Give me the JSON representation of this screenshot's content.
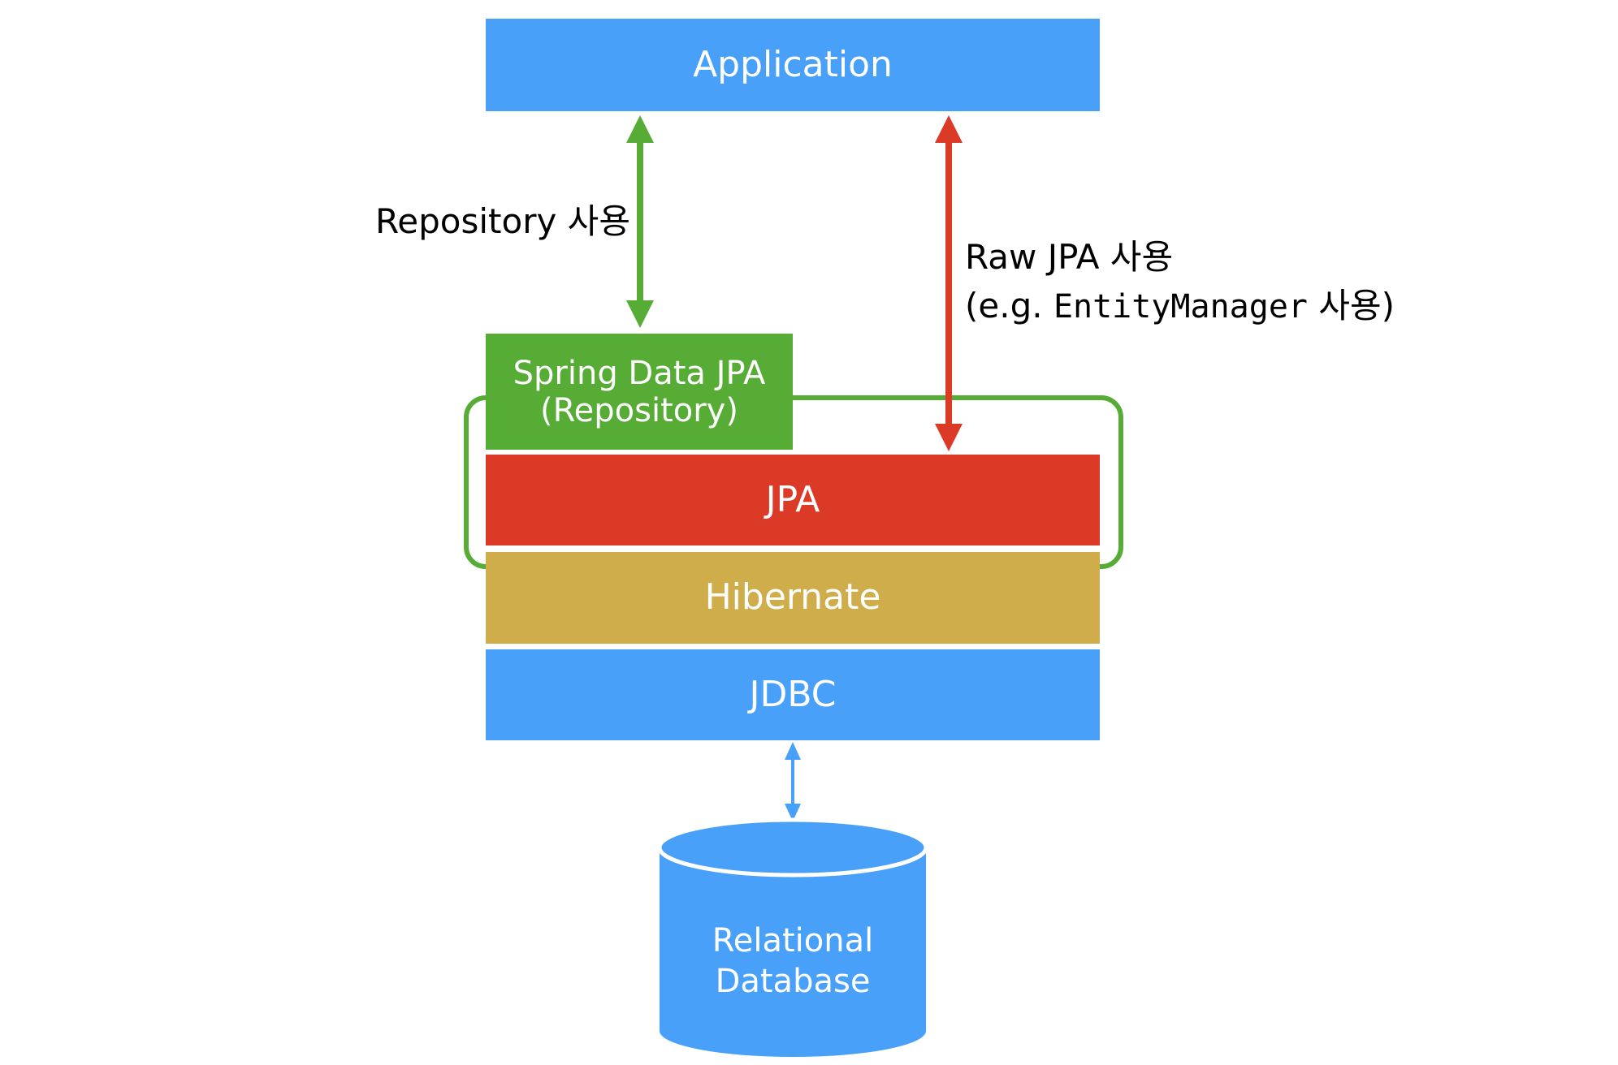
{
  "colors": {
    "blue": "#48a0f8",
    "green": "#56ac35",
    "red": "#db3a26",
    "gold": "#cfad4a"
  },
  "layers": {
    "application": "Application",
    "spring_data_jpa_line1": "Spring Data JPA",
    "spring_data_jpa_line2": "(Repository)",
    "jpa": "JPA",
    "hibernate": "Hibernate",
    "jdbc": "JDBC"
  },
  "database": {
    "line1": "Relational",
    "line2": "Database"
  },
  "annotations": {
    "repository_usage": "Repository 사용",
    "raw_jpa_line1": "Raw JPA 사용",
    "raw_jpa_prefix": "(e.g. ",
    "raw_jpa_code": "EntityManager",
    "raw_jpa_suffix": " 사용)"
  }
}
